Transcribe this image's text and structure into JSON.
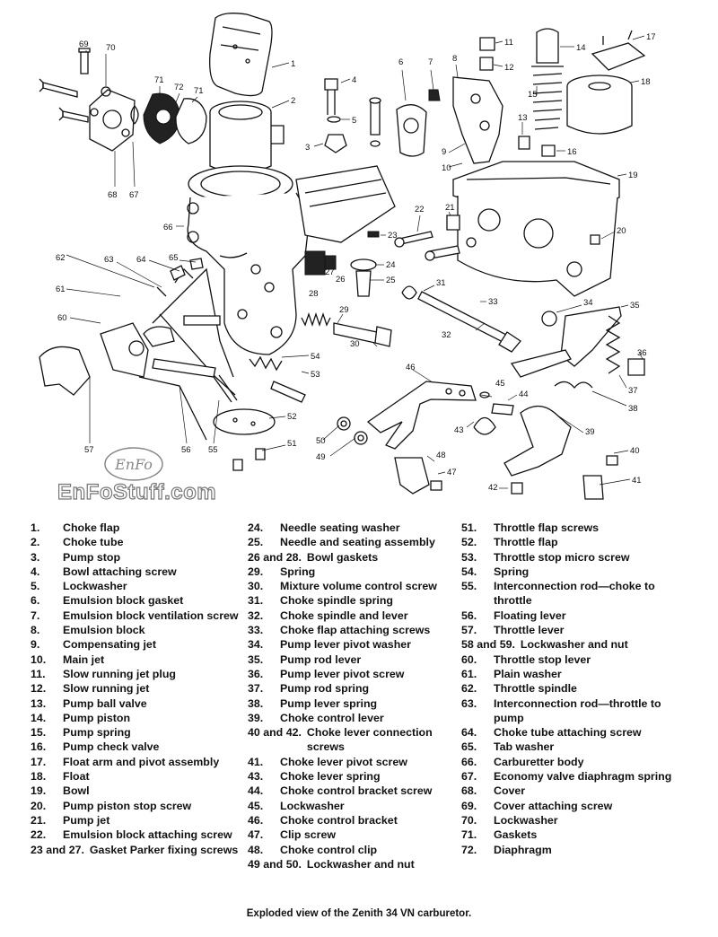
{
  "legend": {
    "col1": [
      {
        "num": "1.",
        "label": "Choke flap"
      },
      {
        "num": "2.",
        "label": "Choke tube"
      },
      {
        "num": "3.",
        "label": "Pump stop"
      },
      {
        "num": "4.",
        "label": "Bowl attaching screw"
      },
      {
        "num": "5.",
        "label": "Lockwasher"
      },
      {
        "num": "6.",
        "label": "Emulsion block gasket"
      },
      {
        "num": "7.",
        "label": "Emulsion block ventilation screw"
      },
      {
        "num": "8.",
        "label": "Emulsion block"
      },
      {
        "num": "9.",
        "label": "Compensating jet"
      },
      {
        "num": "10.",
        "label": "Main jet"
      },
      {
        "num": "11.",
        "label": "Slow running jet plug"
      },
      {
        "num": "12.",
        "label": "Slow running jet"
      },
      {
        "num": "13.",
        "label": "Pump ball valve"
      },
      {
        "num": "14.",
        "label": "Pump piston"
      },
      {
        "num": "15.",
        "label": "Pump spring"
      },
      {
        "num": "16.",
        "label": "Pump check valve"
      },
      {
        "num": "17.",
        "label": "Float arm and pivot assembly"
      },
      {
        "num": "18.",
        "label": "Float"
      },
      {
        "num": "19.",
        "label": "Bowl"
      },
      {
        "num": "20.",
        "label": "Pump piston stop screw"
      },
      {
        "num": "21.",
        "label": "Pump jet"
      },
      {
        "num": "22.",
        "label": "Emulsion block attaching screw"
      },
      {
        "num": "23 and 27.",
        "label": "Gasket Parker fixing screws"
      }
    ],
    "col2": [
      {
        "num": "24.",
        "label": "Needle seating washer"
      },
      {
        "num": "25.",
        "label": "Needle and seating assembly"
      },
      {
        "num": "26 and 28.",
        "label": "Bowl gaskets"
      },
      {
        "num": "29.",
        "label": "Spring"
      },
      {
        "num": "30.",
        "label": "Mixture volume control screw"
      },
      {
        "num": "31.",
        "label": "Choke spindle spring"
      },
      {
        "num": "32.",
        "label": "Choke spindle and lever"
      },
      {
        "num": "33.",
        "label": "Choke flap attaching screws"
      },
      {
        "num": "34.",
        "label": "Pump lever pivot washer"
      },
      {
        "num": "35.",
        "label": "Pump rod lever"
      },
      {
        "num": "36.",
        "label": "Pump lever pivot screw"
      },
      {
        "num": "37.",
        "label": "Pump rod spring"
      },
      {
        "num": "38.",
        "label": "Pump lever spring"
      },
      {
        "num": "39.",
        "label": "Choke control lever"
      },
      {
        "num": "40 and 42.",
        "label": "Choke lever connection screws"
      },
      {
        "num": "41.",
        "label": "Choke lever pivot screw"
      },
      {
        "num": "43.",
        "label": "Choke lever spring"
      },
      {
        "num": "44.",
        "label": "Choke control bracket screw"
      },
      {
        "num": "45.",
        "label": "Lockwasher"
      },
      {
        "num": "46.",
        "label": "Choke control bracket"
      },
      {
        "num": "47.",
        "label": "Clip screw"
      },
      {
        "num": "48.",
        "label": "Choke control clip"
      },
      {
        "num": "49 and 50.",
        "label": "Lockwasher and nut"
      }
    ],
    "col3": [
      {
        "num": "51.",
        "label": "Throttle flap screws"
      },
      {
        "num": "52.",
        "label": "Throttle flap"
      },
      {
        "num": "53.",
        "label": "Throttle stop micro screw"
      },
      {
        "num": "54.",
        "label": "Spring"
      },
      {
        "num": "55.",
        "label": "Interconnection rod—choke to throttle"
      },
      {
        "num": "56.",
        "label": "Floating lever"
      },
      {
        "num": "57.",
        "label": "Throttle lever"
      },
      {
        "num": "58 and 59.",
        "label": "Lockwasher and nut"
      },
      {
        "num": "60.",
        "label": "Throttle stop lever"
      },
      {
        "num": "61.",
        "label": "Plain washer"
      },
      {
        "num": "62.",
        "label": "Throttle spindle"
      },
      {
        "num": "63.",
        "label": "Interconnection rod—throttle to pump"
      },
      {
        "num": "64.",
        "label": "Choke tube attaching screw"
      },
      {
        "num": "65.",
        "label": "Tab washer"
      },
      {
        "num": "66.",
        "label": "Carburetter body"
      },
      {
        "num": "67.",
        "label": "Economy valve diaphragm spring"
      },
      {
        "num": "68.",
        "label": "Cover"
      },
      {
        "num": "69.",
        "label": "Cover attaching screw"
      },
      {
        "num": "70.",
        "label": "Lockwasher"
      },
      {
        "num": "71.",
        "label": "Gaskets"
      },
      {
        "num": "72.",
        "label": "Diaphragm"
      }
    ]
  },
  "caption": "Exploded view of the Zenith 34 VN carburetor.",
  "watermark": {
    "logo": "EnFo",
    "site": "EnFoStuff.com"
  },
  "callouts": [
    "1",
    "2",
    "3",
    "4",
    "5",
    "6",
    "7",
    "8",
    "11",
    "12",
    "13",
    "14",
    "15",
    "16",
    "17",
    "18",
    "19",
    "20",
    "21",
    "22",
    "23",
    "24",
    "25",
    "26",
    "27",
    "28",
    "29",
    "30",
    "31",
    "32",
    "33",
    "34",
    "35",
    "36",
    "37",
    "38",
    "39",
    "40",
    "41",
    "42",
    "43",
    "44",
    "45",
    "46",
    "47",
    "48",
    "49",
    "50",
    "51",
    "52",
    "53",
    "54",
    "55",
    "56",
    "57",
    "60",
    "61",
    "62",
    "63",
    "64",
    "65",
    "66",
    "67",
    "68",
    "69",
    "70",
    "71",
    "71",
    "72",
    "9",
    "10"
  ]
}
